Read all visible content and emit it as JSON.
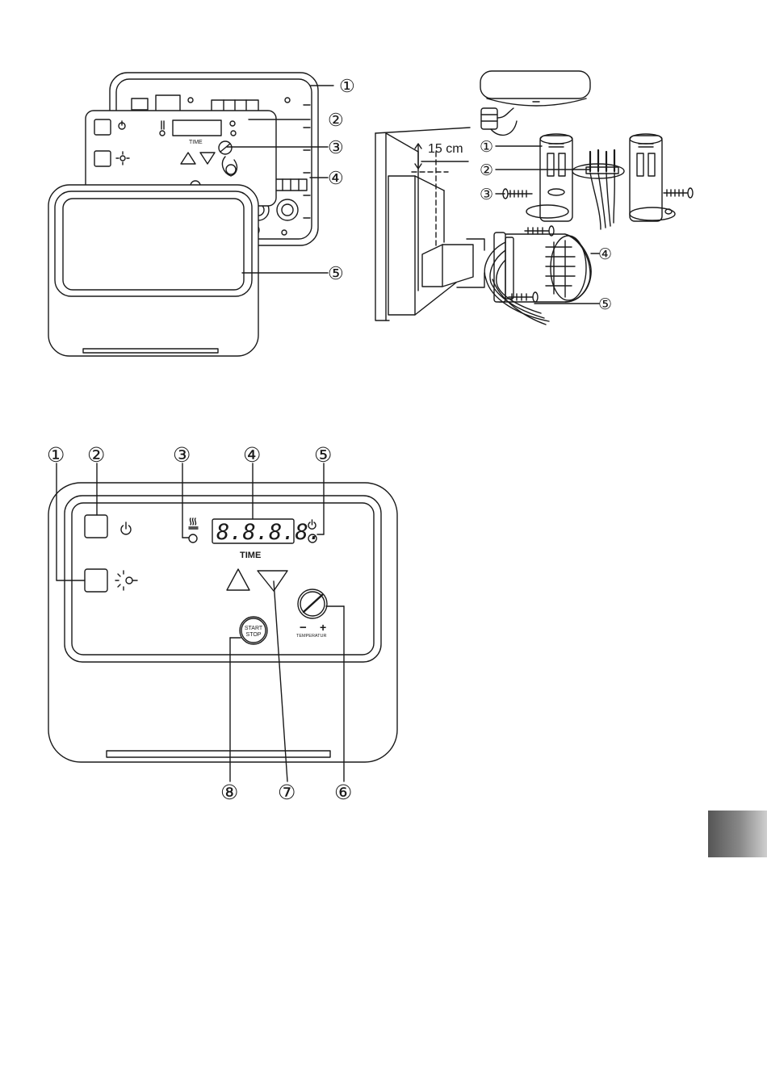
{
  "fig1": {
    "callouts": [
      "①",
      "②",
      "③",
      "④",
      "⑤"
    ],
    "panel": {
      "time_label": "TIME"
    }
  },
  "fig2": {
    "distance_label": "15 cm",
    "callouts": [
      "①",
      "②",
      "③",
      "④",
      "⑤"
    ]
  },
  "fig3": {
    "callouts_top": [
      "①",
      "②",
      "③",
      "④",
      "⑤"
    ],
    "callouts_bottom": [
      "⑧",
      "⑦",
      "⑥"
    ],
    "display_value": "8.8.8.8.",
    "time_label": "TIME",
    "start_stop_line1": "START",
    "start_stop_line2": "STOP",
    "temp_minus": "−",
    "temp_plus": "+",
    "temp_label": "TEMPERATUR"
  },
  "colors": {
    "ink": "#1a1a1a",
    "tab_dark": "#555555",
    "tab_light": "#cfcfcf"
  }
}
